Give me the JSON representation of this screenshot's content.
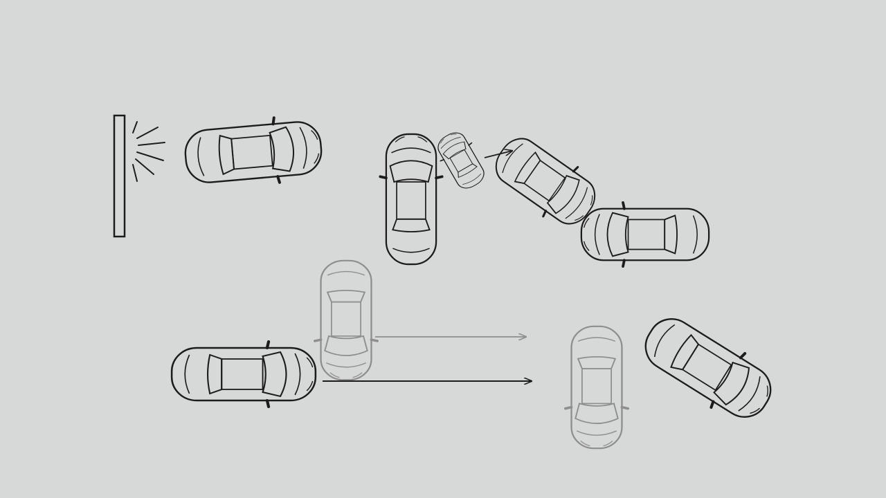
{
  "colors": {
    "background": "#d7d8d8",
    "ink": "#1c1c1c",
    "ghost": "#8e8e8e"
  },
  "icons": {
    "wall": "wall-barrier",
    "impact": "impact-burst-lines",
    "car": "car-top-view",
    "arrow": "motion-arrow"
  },
  "scenarios": [
    {
      "name": "wall-collision",
      "description_visible_text": ""
    },
    {
      "name": "t-bone-and-chain-collision",
      "description_visible_text": ""
    },
    {
      "name": "lane-change-collision",
      "description_visible_text": ""
    }
  ]
}
